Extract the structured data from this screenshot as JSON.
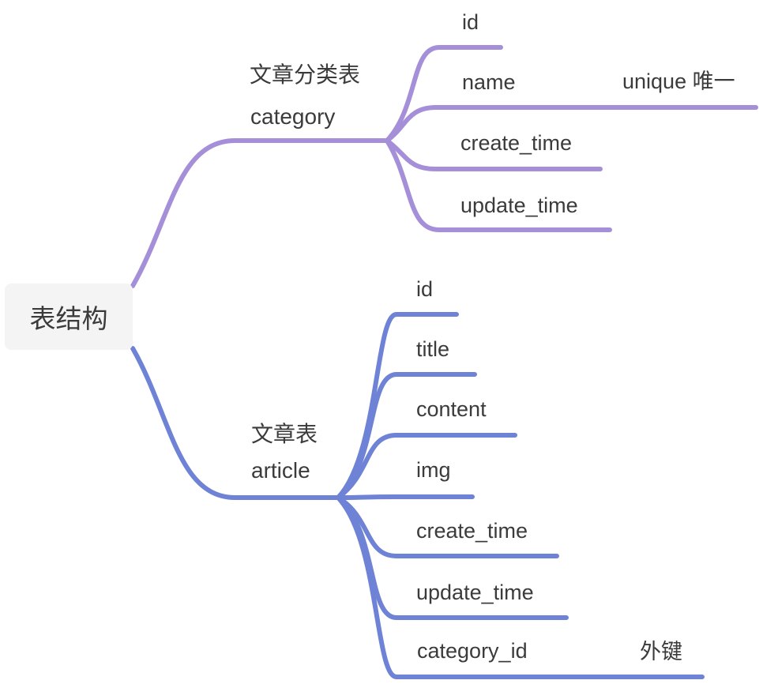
{
  "colors": {
    "category_branch": "#a58fd8",
    "article_branch": "#6e82d6",
    "root_background": "#f4f4f5",
    "text": "#3b3b3b"
  },
  "root": {
    "label": "表结构"
  },
  "branches": [
    {
      "title_cn": "文章分类表",
      "title_en": "category",
      "children": [
        {
          "label": "id"
        },
        {
          "label": "name",
          "note": "unique 唯一"
        },
        {
          "label": "create_time"
        },
        {
          "label": "update_time"
        }
      ]
    },
    {
      "title_cn": "文章表",
      "title_en": "article",
      "children": [
        {
          "label": "id"
        },
        {
          "label": "title"
        },
        {
          "label": "content"
        },
        {
          "label": "img"
        },
        {
          "label": "create_time"
        },
        {
          "label": "update_time"
        },
        {
          "label": "category_id",
          "note": "外键"
        }
      ]
    }
  ]
}
